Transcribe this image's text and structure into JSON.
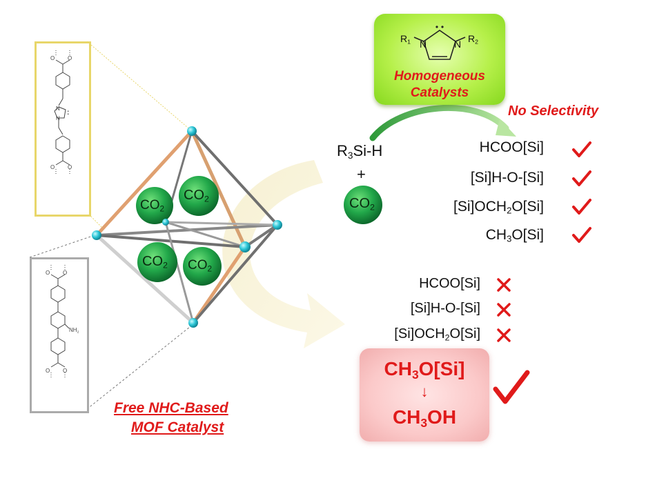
{
  "homogeneous": {
    "r1": "R",
    "r1_sub": "1",
    "r2": "R",
    "r2_sub": "2",
    "atom_n": "N",
    "label_line1": "Homogeneous",
    "label_line2": "Catalysts",
    "no_selectivity": "No Selectivity"
  },
  "reactants": {
    "silane_main": "R",
    "silane_sub": "3",
    "silane_rest": "Si-H",
    "plus": "+",
    "co2_main": "CO",
    "co2_sub": "2"
  },
  "mof_co2": [
    {
      "main": "CO",
      "sub": "2"
    },
    {
      "main": "CO",
      "sub": "2"
    },
    {
      "main": "CO",
      "sub": "2"
    },
    {
      "main": "CO",
      "sub": "2"
    }
  ],
  "products_top": {
    "p1": "HCOO[Si]",
    "p2": "[Si]H-O-[Si]",
    "p3_a": "[Si]OCH",
    "p3_sub": "2",
    "p3_b": "O[Si]",
    "p4_a": "CH",
    "p4_sub": "3",
    "p4_b": "O[Si]"
  },
  "products_bottom": {
    "p1": "HCOO[Si]",
    "p2": "[Si]H-O-[Si]",
    "p3_a": "[Si]OCH",
    "p3_sub": "2",
    "p3_b": "O[Si]"
  },
  "selective": {
    "line1_a": "CH",
    "line1_sub": "3",
    "line1_b": "O[Si]",
    "arrow": "↓",
    "line2_a": "CH",
    "line2_sub": "3",
    "line2_b": "OH"
  },
  "mof_label": {
    "line1": "Free NHC-Based",
    "line2": "MOF Catalyst"
  },
  "linker_labels": {
    "amine_a": "NH",
    "amine_sub": "2",
    "nhc_n": "N",
    "carbene_dots": ":"
  },
  "colors": {
    "green_sphere": "#1fa64a",
    "red_accent": "#e01a1a",
    "node_cyan": "#2cc6d6",
    "frame_yellow": "#e8d66a",
    "frame_gray": "#aaaaaa"
  },
  "icons": {
    "check": "check-icon",
    "cross": "cross-icon"
  }
}
